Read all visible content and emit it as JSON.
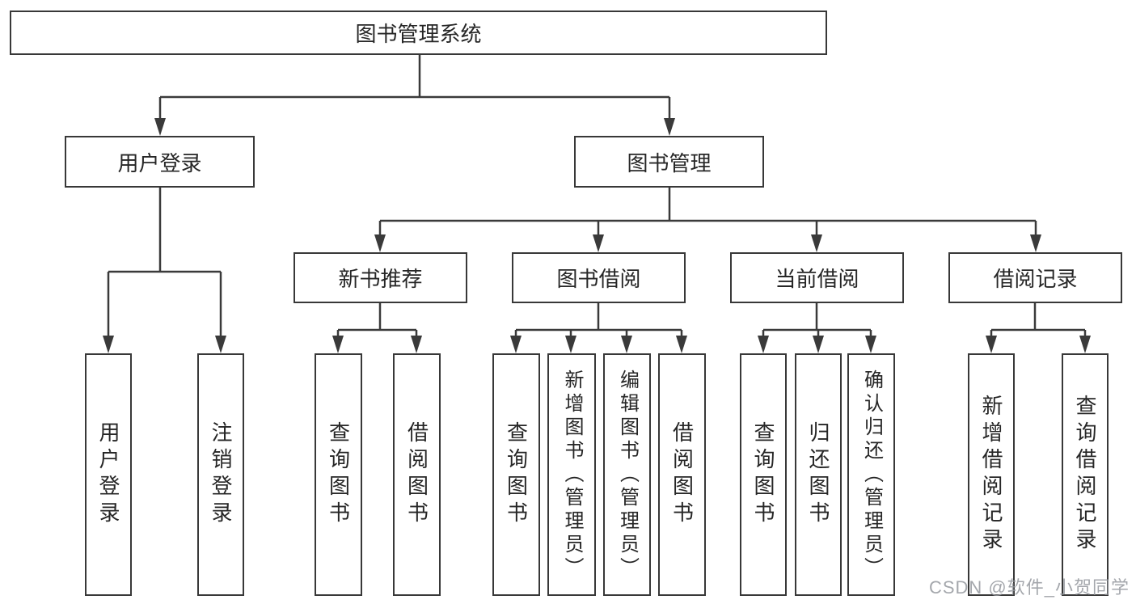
{
  "colors": {
    "line": "#3a3a3a",
    "box_border": "#383838",
    "text": "#262626",
    "background": "#ffffff",
    "watermark": "#94989e"
  },
  "watermark": {
    "text": "CSDN @软件_小贺同学"
  },
  "tree": {
    "root": {
      "label": "图书管理系统",
      "children": [
        {
          "label": "用户登录",
          "children": [
            {
              "label": "用户登录"
            },
            {
              "label": "注销登录"
            }
          ]
        },
        {
          "label": "图书管理",
          "children": [
            {
              "label": "新书推荐",
              "children": [
                {
                  "label": "查询图书"
                },
                {
                  "label": "借阅图书"
                }
              ]
            },
            {
              "label": "图书借阅",
              "children": [
                {
                  "label": "查询图书"
                },
                {
                  "label": "新增图书（管理员）"
                },
                {
                  "label": "编辑图书（管理员）"
                },
                {
                  "label": "借阅图书"
                }
              ]
            },
            {
              "label": "当前借阅",
              "children": [
                {
                  "label": "查询图书"
                },
                {
                  "label": "归还图书"
                },
                {
                  "label": "确认归还（管理员）"
                }
              ]
            },
            {
              "label": "借阅记录",
              "children": [
                {
                  "label": "新增借阅记录"
                },
                {
                  "label": "查询借阅记录"
                }
              ]
            }
          ]
        }
      ]
    }
  }
}
